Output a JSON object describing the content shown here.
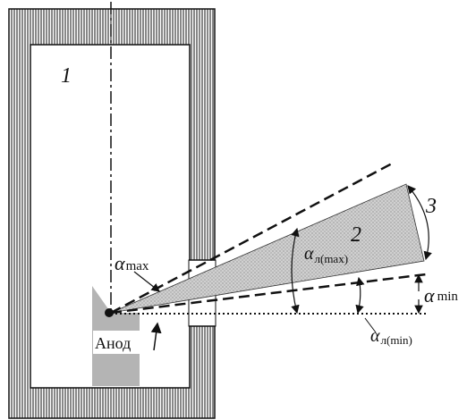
{
  "labels": {
    "housing_number": "1",
    "beam_number": "2",
    "arc_number": "3",
    "anode": "Анод",
    "alpha_max": {
      "symbol": "α",
      "sub": "max"
    },
    "alpha_min": {
      "symbol": "α",
      "sub": "min"
    },
    "alpha_l_max": {
      "symbol": "α",
      "sub": "л(max)"
    },
    "alpha_l_min": {
      "symbol": "α",
      "sub": "л(min)"
    }
  },
  "colors": {
    "ink": "#111111",
    "beam_fill": "#c8c8c8",
    "anode_fill": "#b4b4b4",
    "background": "#ffffff"
  }
}
